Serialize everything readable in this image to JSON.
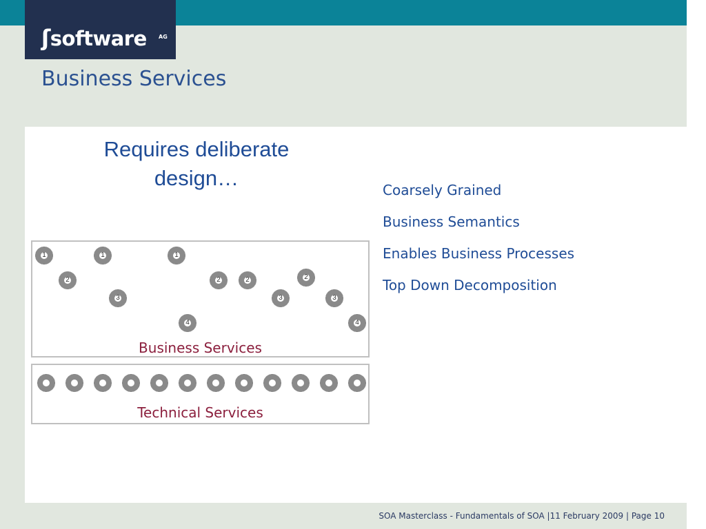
{
  "logo": {
    "text": "software",
    "suffix": "AG"
  },
  "title": "Business Services",
  "subtitle": "Requires deliberate design…",
  "bullets": [
    "Coarsely Grained",
    "Business Semantics",
    "Enables Business Processes",
    "Top Down Decomposition"
  ],
  "business_panel": {
    "label": "Business Services",
    "gear_numbers": [
      "1",
      "1",
      "1",
      "2",
      "2",
      "2",
      "2",
      "3",
      "3",
      "3",
      "4",
      "4"
    ]
  },
  "technical_panel": {
    "label": "Technical Services",
    "gear_count": 12
  },
  "footer": "SOA Masterclass - Fundamentals of SOA |11 February 2009 | Page 10",
  "colors": {
    "teal_bar": "#0b8398",
    "navy_logo": "#22304f",
    "header_bg": "#e1e7df",
    "title_blue": "#2b5191",
    "panel_label": "#8b1f3d",
    "gear_gray": "#8a8a8a"
  }
}
